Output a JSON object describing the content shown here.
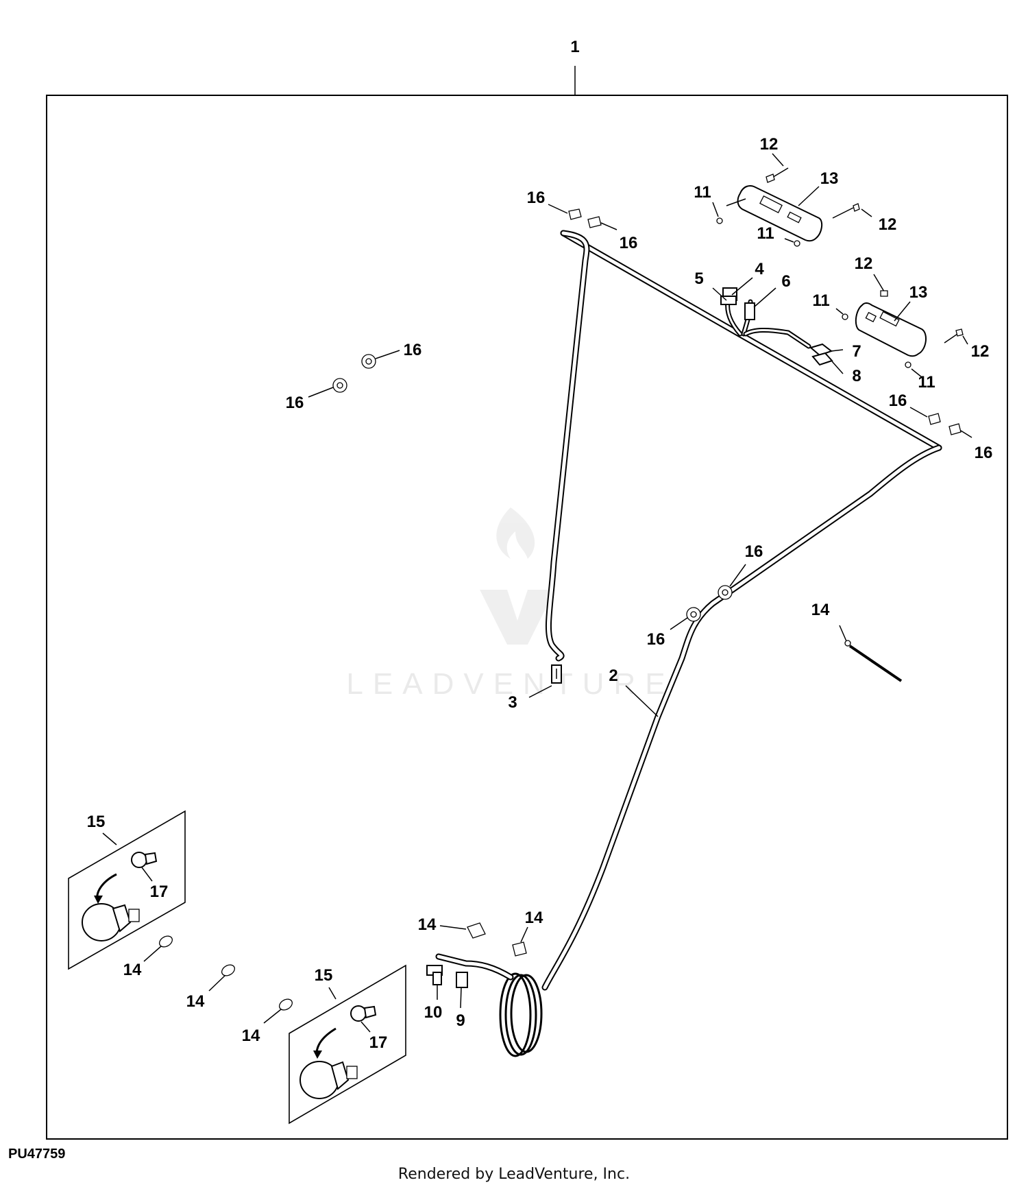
{
  "callouts": {
    "c1": "1",
    "c2": "2",
    "c3": "3",
    "c4": "4",
    "c5": "5",
    "c6": "6",
    "c7": "7",
    "c8": "8",
    "c9": "9",
    "c10": "10",
    "c11a": "11",
    "c11b": "11",
    "c11c": "11",
    "c11d": "11",
    "c12a": "12",
    "c12b": "12",
    "c12c": "12",
    "c12d": "12",
    "c13a": "13",
    "c13b": "13",
    "c14a": "14",
    "c14b": "14",
    "c14c": "14",
    "c14d": "14",
    "c14e": "14",
    "c14f": "14",
    "c15a": "15",
    "c15b": "15",
    "c16a": "16",
    "c16b": "16",
    "c16c": "16",
    "c16d": "16",
    "c16e": "16",
    "c16f": "16",
    "c16g": "16",
    "c16h": "16",
    "c17a": "17",
    "c17b": "17"
  },
  "figure_id": "PU47759",
  "footer": "Rendered by LeadVenture, Inc.",
  "watermark": "LEADVENTURE"
}
